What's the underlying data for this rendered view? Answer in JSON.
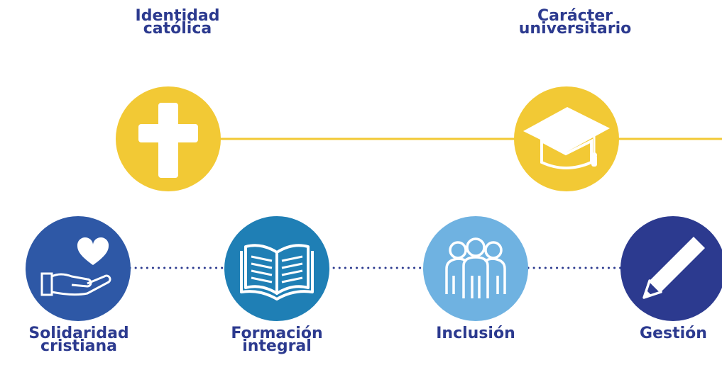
{
  "colors": {
    "yellow": "#f2c935",
    "navy_text": "#2c3a8f",
    "blue_solidaridad": "#2e58a6",
    "blue_formacion": "#1f7fb5",
    "blue_inclusion": "#6fb2e1",
    "navy_gestion": "#2c3a8f"
  },
  "top_nodes": [
    {
      "line1": "Identidad",
      "line2": "católica",
      "icon": "cross-icon"
    },
    {
      "line1": "Carácter",
      "line2": "universitario",
      "icon": "graduation-cap-icon"
    }
  ],
  "bottom_nodes": [
    {
      "line1": "Solidaridad",
      "line2": "cristiana",
      "icon": "hand-heart-icon"
    },
    {
      "line1": "Formación",
      "line2": "integral",
      "icon": "open-book-icon"
    },
    {
      "line1": "Inclusión",
      "line2": "",
      "icon": "people-group-icon"
    },
    {
      "line1": "Gestión",
      "line2": "",
      "icon": "pencil-icon"
    }
  ]
}
